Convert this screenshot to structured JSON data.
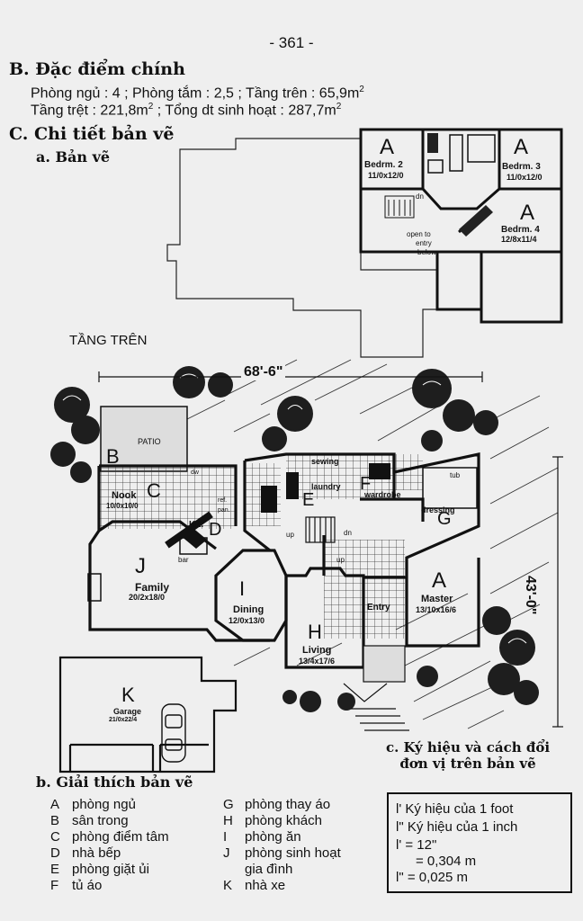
{
  "page_number": "- 361 -",
  "section_b_title": "B. Đặc điểm chính",
  "specs": {
    "line1": "Phòng ngủ : 4   ;   Phòng tắm : 2,5   ;   Tầng trên : 65,9m",
    "line2a": "Tầng trệt : 221,8m",
    "line2b": "  ;   Tổng dt sinh hoạt : 287,7m",
    "sup": "2"
  },
  "section_c_title": "C. Chi tiết bản vẽ",
  "sub_a": "a. Bản vẽ",
  "upper_floor": {
    "caption": "TẦNG TRÊN",
    "rooms": [
      {
        "letter": "A",
        "name": "Bedrm. 2",
        "size": "11/0x12/0"
      },
      {
        "letter": "A",
        "name": "Bedrm. 3",
        "size": "11/0x12/0"
      },
      {
        "letter": "A",
        "name": "Bedrm. 4",
        "size": "12/8x11/4"
      }
    ],
    "dn": "dn",
    "open_to": "open to",
    "entry": "entry",
    "below": "below"
  },
  "ground_floor": {
    "width_dim": "68'-6\"",
    "depth_dim": "43'-0\"",
    "patio": "PATIO",
    "rooms": {
      "B": "B",
      "C": "C",
      "nook": "Nook",
      "nook_size": "10/0x10/0",
      "D": "D",
      "kit": "Kit.",
      "E": "E",
      "laundry": "laundry",
      "sewing": "sewing",
      "F": "F",
      "wardrobe": "wardrobe",
      "G": "G",
      "dressing": "dressing",
      "tub": "tub",
      "J": "J",
      "family": "Family",
      "family_size": "20/2x18/0",
      "I": "I",
      "dining": "Dining",
      "dining_size": "12/0x13/0",
      "H": "H",
      "living": "Living",
      "living_size": "13/4x17/6",
      "A": "A",
      "master": "Master",
      "master_size": "13/10x16/6",
      "entry": "Entry",
      "K": "K",
      "garage": "Garage",
      "garage_size": "21/0x22/4"
    },
    "small": {
      "bar": "bar",
      "up1": "up",
      "up2": "up",
      "dn": "dn",
      "ref": "ref.",
      "dw": "dw",
      "pan": "pan."
    }
  },
  "sub_b": "b. Giải thích bản vẽ",
  "legend_left": [
    {
      "key": "A",
      "text": "phòng ngủ"
    },
    {
      "key": "B",
      "text": "sân trong"
    },
    {
      "key": "C",
      "text": "phòng điểm tâm"
    },
    {
      "key": "D",
      "text": "nhà bếp"
    },
    {
      "key": "E",
      "text": "phòng giặt ủi"
    },
    {
      "key": "F",
      "text": "tủ áo"
    }
  ],
  "legend_right": [
    {
      "key": "G",
      "text": "phòng thay áo"
    },
    {
      "key": "H",
      "text": "phòng khách"
    },
    {
      "key": "I",
      "text": "phòng ăn"
    },
    {
      "key": "J",
      "text": "phòng sinh hoạt"
    },
    {
      "key": "",
      "text": "gia đình"
    },
    {
      "key": "K",
      "text": "nhà xe"
    }
  ],
  "sub_c": {
    "line1": "c. Ký hiệu và cách đổi",
    "line2": "đơn vị trên bản vẽ"
  },
  "conversion": {
    "r1": "l' Ký hiệu của 1 foot",
    "r2": "l\" Ký hiệu của 1 inch",
    "r3": "l'  = 12\"",
    "r4": "= 0,304 m",
    "r5": "l\"  = 0,025 m"
  }
}
